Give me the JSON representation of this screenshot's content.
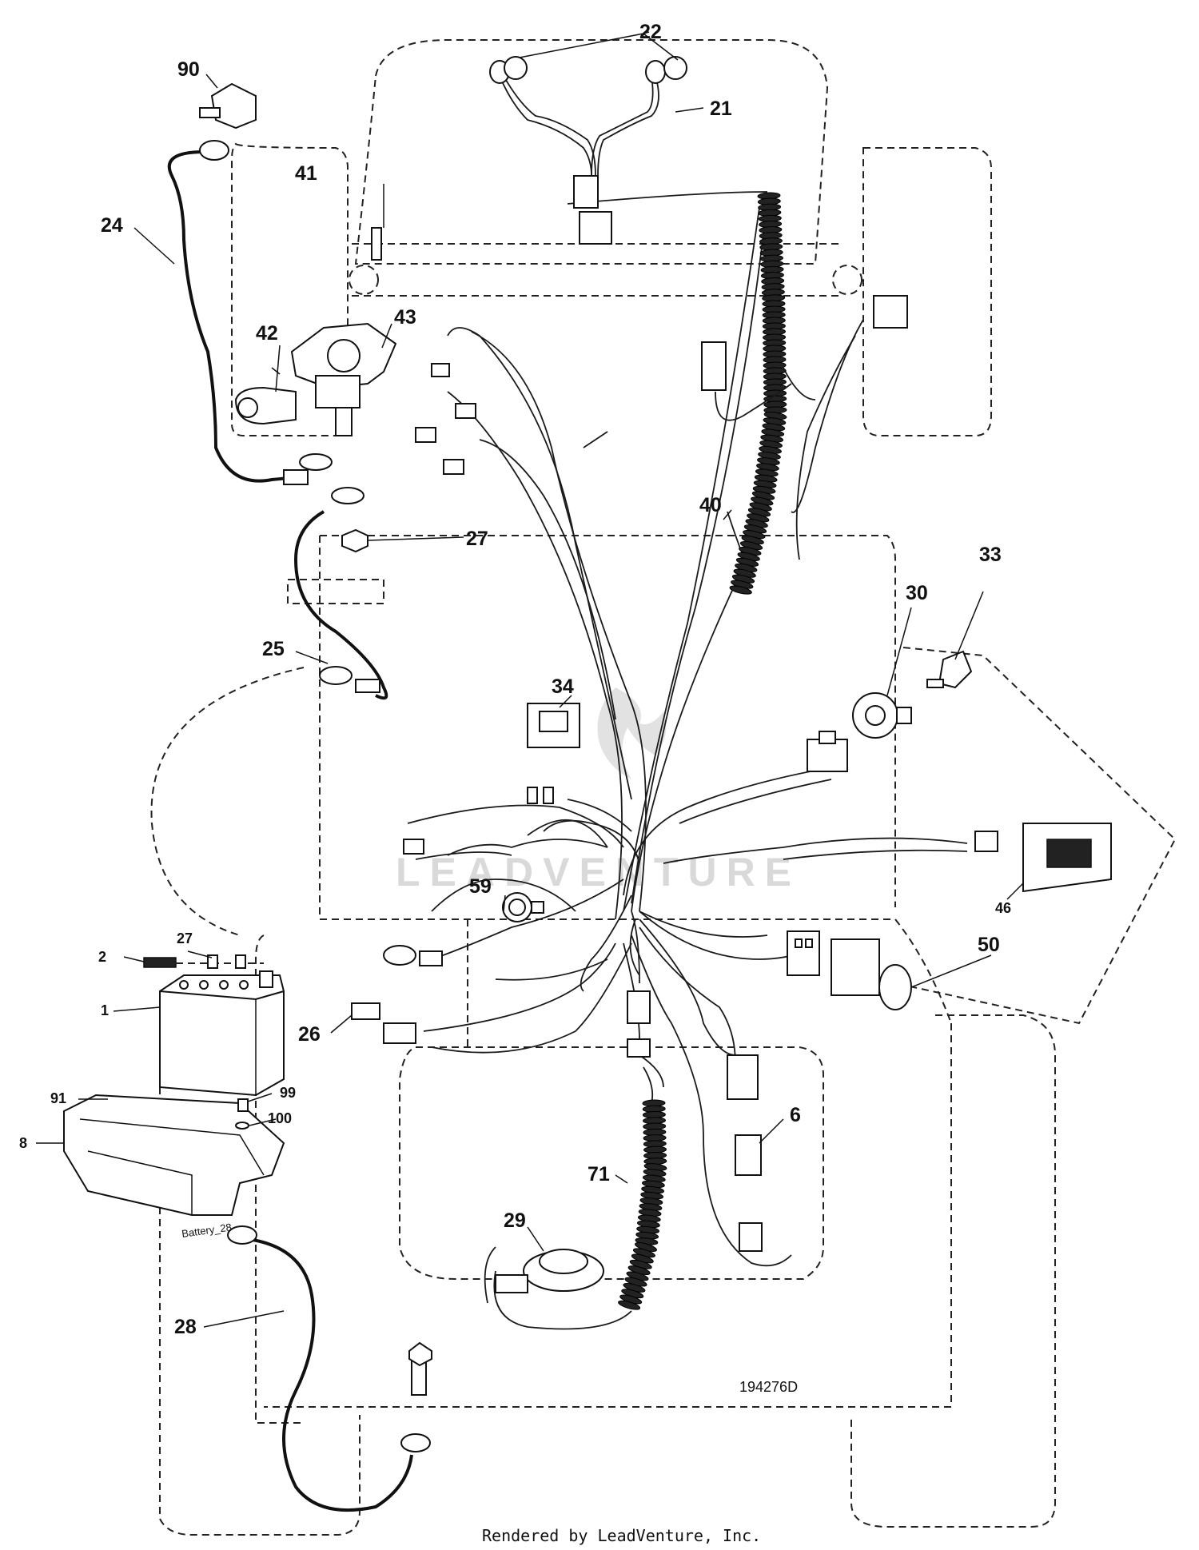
{
  "drawing_number": "194276D",
  "footer": "Rendered by LeadVenture, Inc.",
  "watermark": "LEADVENTURE",
  "battery_label": "Battery_28",
  "callouts": {
    "c1": "1",
    "c2": "2",
    "c6": "6",
    "c8": "8",
    "c21": "21",
    "c22": "22",
    "c24": "24",
    "c25": "25",
    "c26": "26",
    "c27a": "27",
    "c27b": "27",
    "c28": "28",
    "c29": "29",
    "c30": "30",
    "c33": "33",
    "c34": "34",
    "c40": "40",
    "c41": "41",
    "c42": "42",
    "c43": "43",
    "c46": "46",
    "c50": "50",
    "c59": "59",
    "c71": "71",
    "c90": "90",
    "c91": "91",
    "c99": "99",
    "c100": "100"
  }
}
